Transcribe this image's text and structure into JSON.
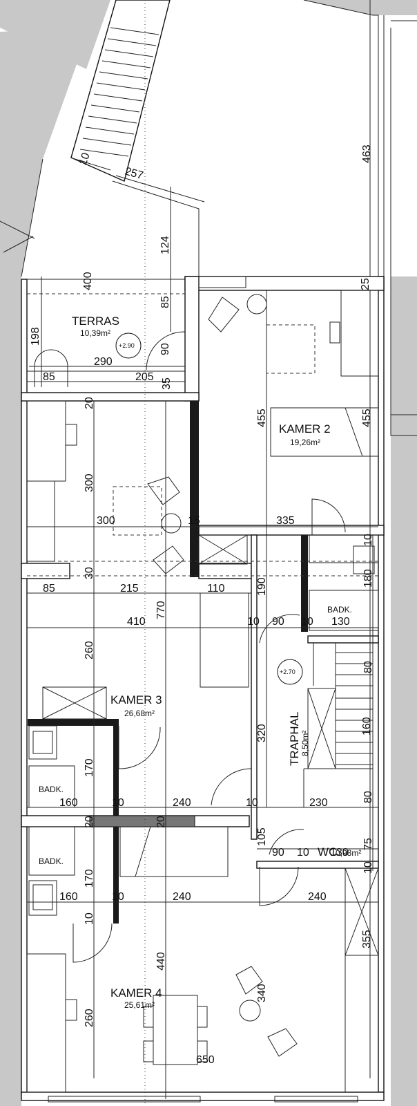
{
  "rooms": {
    "terras": {
      "name": "TERRAS",
      "area": "10,39m²",
      "level": "+2.90"
    },
    "kamer2": {
      "name": "KAMER  2",
      "area": "19,26m²"
    },
    "kamer3": {
      "name": "KAMER  3",
      "area": "26,68m²"
    },
    "kamer4": {
      "name": "KAMER  4",
      "area": "25,61m²"
    },
    "traphal": {
      "name": "TRAPHAL",
      "area": "8,50m²",
      "level": "+2.70"
    },
    "wc": {
      "name": "WC",
      "area": "0,98m²"
    },
    "badk": [
      "BADK.",
      "BADK.",
      "BADK."
    ]
  },
  "dimensions": {
    "d463": "463",
    "d257": "257",
    "d124": "124",
    "d400": "400",
    "d85a": "85",
    "d198": "198",
    "d90a": "90",
    "d290": "290",
    "d85b": "85",
    "d205": "205",
    "d35": "35",
    "d25": "25",
    "d455a": "455",
    "d455b": "455",
    "d300a": "300",
    "d300b": "300",
    "d15": "15",
    "d335": "335",
    "d10a": "10",
    "d30": "30",
    "d85c": "85",
    "d215": "215",
    "d110": "110",
    "d190": "190",
    "d180": "180",
    "d410": "410",
    "d770": "770",
    "d10b": "10",
    "d90b": "90",
    "d10c": "10",
    "d130a": "130",
    "d260a": "260",
    "d80a": "80",
    "d320": "320",
    "d160a": "160",
    "d170a": "170",
    "d160b": "160",
    "d10d": "10",
    "d240a": "240",
    "d10e": "10",
    "d230": "230",
    "d80b": "80",
    "d20a": "20",
    "d20b": "20",
    "d105": "105",
    "d90c": "90",
    "d10f": "10",
    "d130b": "130",
    "d75": "75",
    "d10g": "10",
    "d170b": "170",
    "d160c": "160",
    "d10h": "10",
    "d240b": "240",
    "d240c": "240",
    "d10i": "10",
    "d355": "355",
    "d440": "440",
    "d340": "340",
    "d260b": "260",
    "d650": "650",
    "d10j": "10",
    "d20c": "20"
  }
}
